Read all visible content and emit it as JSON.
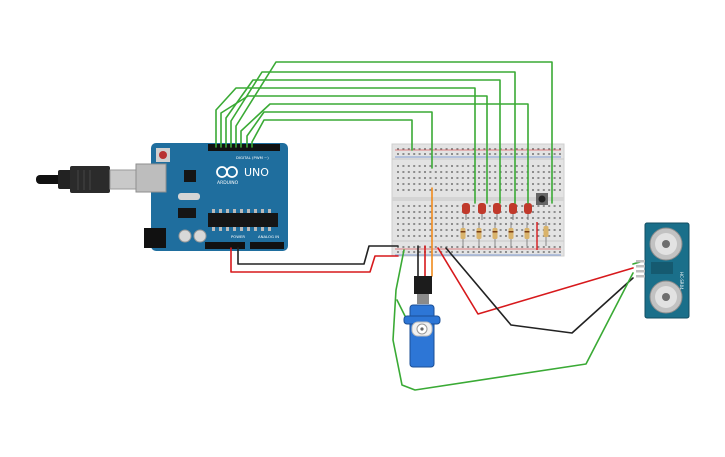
{
  "arduino": {
    "brand_text": "ARDUINO",
    "model_text": "UNO",
    "digital_label": "DIGITAL (PWM ~)",
    "power_label": "POWER",
    "analog_label": "ANALOG IN"
  },
  "sensor": {
    "label": "HC-SR04"
  },
  "wire_colors": {
    "signal": "#3aaa35",
    "power": "#d7191c",
    "ground": "#222222",
    "servo_signal": "#f08a1c"
  },
  "led_color": "#c0392b",
  "led_count": 5,
  "resistor_count": 5
}
